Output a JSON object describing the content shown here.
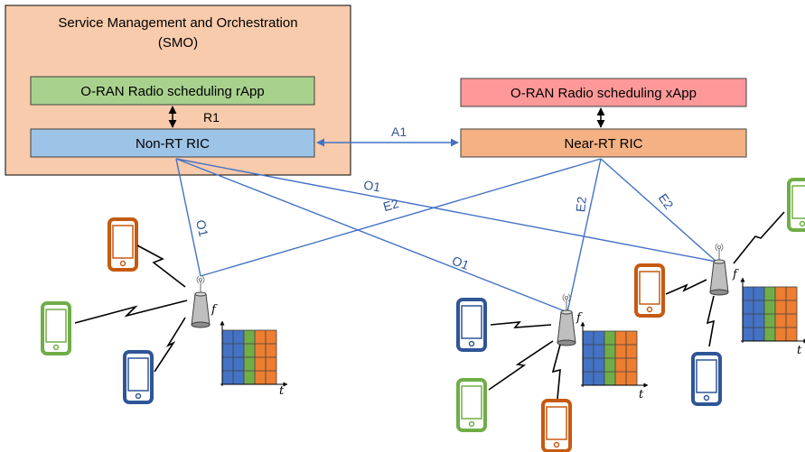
{
  "smo": {
    "title_line1": "Service Management and Orchestration",
    "title_line2": "(SMO)"
  },
  "rapp": {
    "label": "O-RAN Radio scheduling rApp"
  },
  "xapp": {
    "label": "O-RAN Radio scheduling xApp"
  },
  "non_rt_ric": {
    "label": "Non-RT RIC"
  },
  "near_rt_ric": {
    "label": "Near-RT RIC"
  },
  "interfaces": {
    "r1": "R1",
    "a1": "A1",
    "o1": "O1",
    "e2": "E2"
  },
  "axes": {
    "f": "f",
    "t": "t"
  },
  "colors": {
    "smo_fill": "#f8cbad",
    "rapp_fill": "#a9d18e",
    "xapp_fill": "#ff9999",
    "non_rt_fill": "#9dc3e6",
    "near_rt_fill": "#f4b183",
    "link": "#4472c4",
    "phone_orange": "#c55a11",
    "phone_green": "#70ad47",
    "phone_blue": "#2f5597",
    "grid_blue": "#4472c4",
    "grid_green": "#70ad47",
    "grid_orange": "#ed7d31"
  }
}
